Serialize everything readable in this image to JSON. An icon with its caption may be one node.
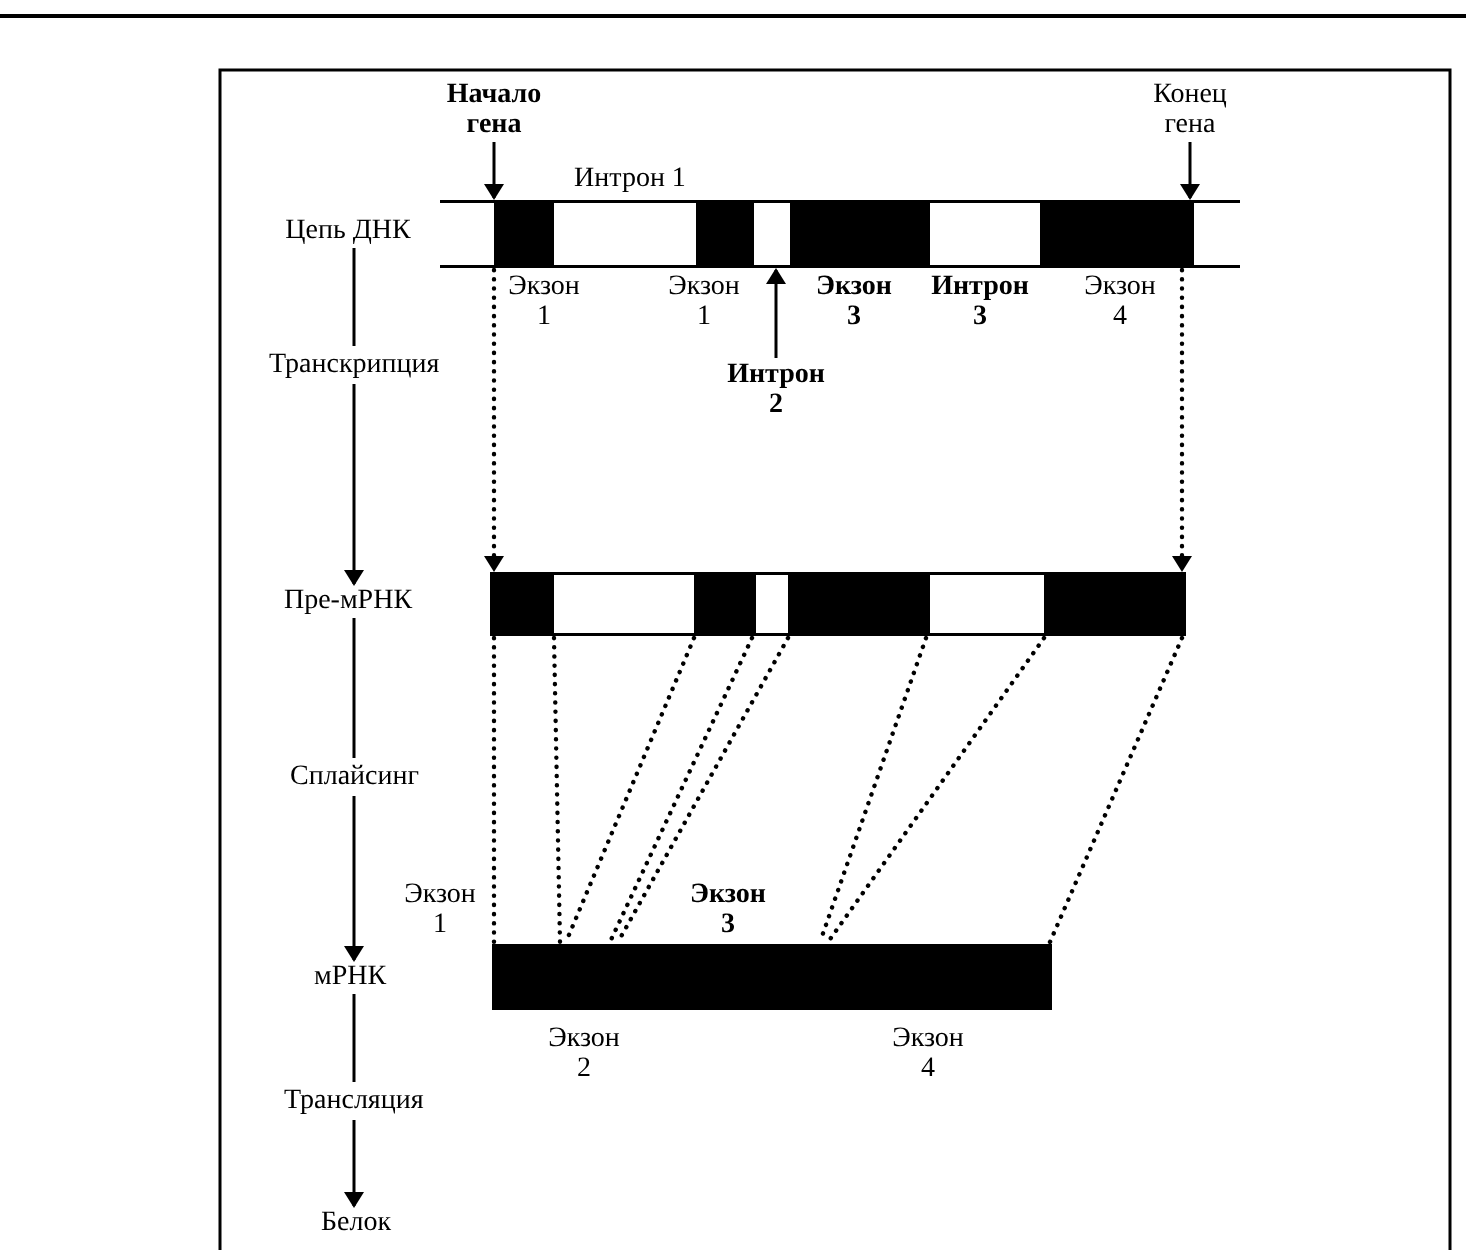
{
  "diagram": {
    "nodes": [
      {
        "text": [
          "Начало гена"
        ]
      },
      {
        "text": [
          "Конец гена"
        ]
      },
      {
        "text": [
          "Цепь ДНК"
        ]
      },
      {
        "text": [],
        "shape": "bar",
        "beside": [
          "Интрон 1",
          "Экзон 1",
          "Экзон 1",
          "Экзон 3",
          "Интрон 3",
          "Экзон 4"
        ]
      },
      {
        "text": [
          "Интрон 2"
        ]
      },
      {
        "text": [
          "Пре-мРНК"
        ]
      },
      {
        "text": [],
        "shape": "bar"
      },
      {
        "text": [
          "мРНК"
        ]
      },
      {
        "text": [],
        "shape": "bar",
        "beside": [
          "Экзон 1",
          "Экзон 3",
          "Экзон 2",
          "Экзон 4"
        ]
      },
      {
        "text": [
          "Белок"
        ]
      }
    ],
    "edges": [
      {
        "from": 0,
        "to": 3,
        "arrow": "to"
      },
      {
        "from": 1,
        "to": 3,
        "arrow": "to"
      },
      {
        "from": 4,
        "to": 3,
        "arrow": "to"
      },
      {
        "from": 2,
        "to": 5,
        "arrow": "to",
        "label": "Транскрипция"
      },
      {
        "from": 3,
        "to": 6,
        "arrow": "to",
        "style": "dashed"
      },
      {
        "from": 3,
        "to": 6,
        "arrow": "to",
        "style": "dashed"
      },
      {
        "from": 6,
        "to": 8,
        "arrow": "none",
        "style": "dashed"
      },
      {
        "from": 6,
        "to": 8,
        "arrow": "none",
        "style": "dashed"
      },
      {
        "from": 6,
        "to": 8,
        "arrow": "none",
        "style": "dashed"
      },
      {
        "from": 6,
        "to": 8,
        "arrow": "none",
        "style": "dashed"
      },
      {
        "from": 6,
        "to": 8,
        "arrow": "none",
        "style": "dashed"
      },
      {
        "from": 6,
        "to": 8,
        "arrow": "none",
        "style": "dashed"
      },
      {
        "from": 6,
        "to": 8,
        "arrow": "none",
        "style": "dashed"
      },
      {
        "from": 6,
        "to": 8,
        "arrow": "none",
        "style": "dashed"
      },
      {
        "from": 5,
        "to": 7,
        "arrow": "to",
        "label": "Сплайсинг"
      },
      {
        "from": 7,
        "to": 9,
        "arrow": "to",
        "label": "Трансляция"
      }
    ]
  }
}
